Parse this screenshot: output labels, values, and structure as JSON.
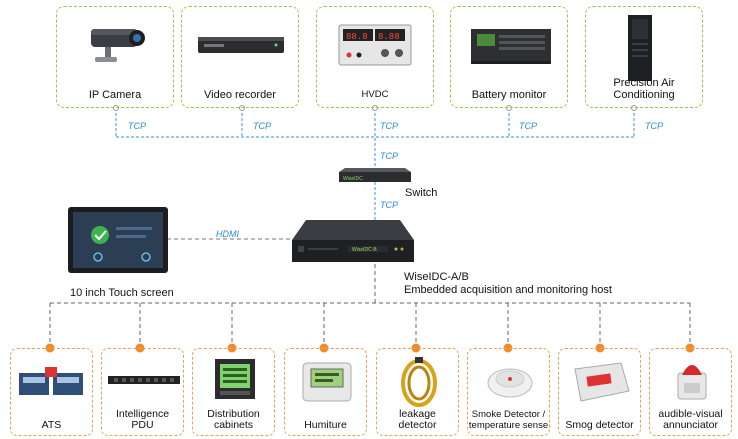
{
  "top_devices": [
    {
      "label": "IP Camera",
      "icon": "ip-camera-icon"
    },
    {
      "label": "Video recorder",
      "icon": "video-recorder-icon"
    },
    {
      "label": "HVDC",
      "icon": "hvdc-power-supply-icon"
    },
    {
      "label": "Battery monitor",
      "icon": "battery-monitor-icon"
    },
    {
      "label": "Precision Air Conditioning",
      "label_line1": "Precision Air",
      "label_line2": "Conditioning",
      "icon": "air-conditioner-icon"
    }
  ],
  "tcp_labels": [
    "TCP",
    "TCP",
    "TCP",
    "TCP",
    "TCP",
    "TCP",
    "TCP"
  ],
  "switch": {
    "label": "Switch",
    "icon": "network-switch-icon"
  },
  "host": {
    "name": "WiseIDC-A/B",
    "description": "Embedded acquisition and monitoring host",
    "icon": "host-server-icon"
  },
  "touch_screen": {
    "label": "10 inch Touch screen",
    "link_label": "HDMI",
    "icon": "touch-screen-icon"
  },
  "bottom_devices": [
    {
      "line1": "",
      "line2": "ATS",
      "icon": "ats-icon"
    },
    {
      "line1": "Intelligence",
      "line2": "PDU",
      "icon": "pdu-icon"
    },
    {
      "line1": "Distribution",
      "line2": "cabinets",
      "icon": "power-meter-icon"
    },
    {
      "line1": "",
      "line2": "Humiture",
      "icon": "humiture-sensor-icon"
    },
    {
      "line1": "leakage",
      "line2": "detector",
      "icon": "leakage-cable-icon"
    },
    {
      "line1": "Smoke Detector /",
      "line2": "temperature sense",
      "icon": "smoke-detector-icon"
    },
    {
      "line1": "",
      "line2": "Smog detector",
      "icon": "smog-detector-icon"
    },
    {
      "line1": "audible-visual",
      "line2": "annunciator",
      "icon": "annunciator-icon"
    }
  ],
  "colors": {
    "tcp_line": "#5aa8e8",
    "top_border": "#8ccf4a",
    "bottom_border": "#f0a055",
    "bottom_dot": "#f08a2a",
    "lower_line": "#666666"
  }
}
